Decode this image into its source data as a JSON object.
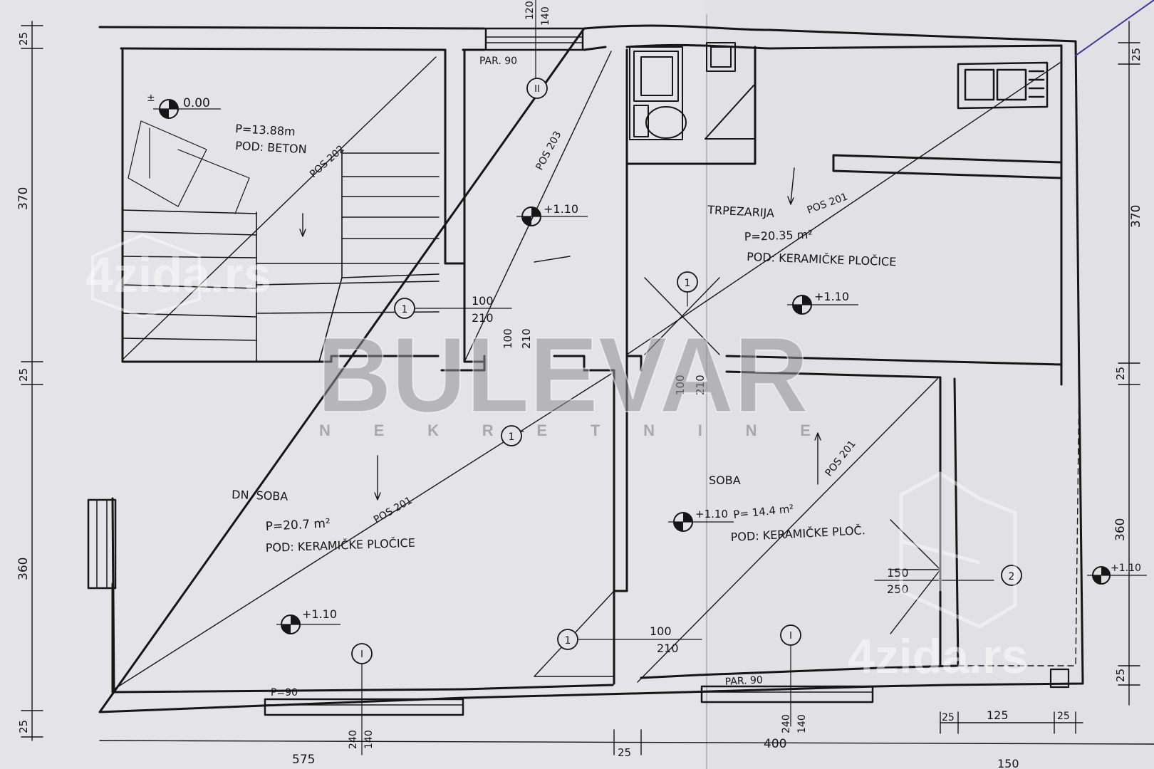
{
  "colors": {
    "paper": "#e4e4e8",
    "ink": "#161616",
    "watermark": "#8e8e94",
    "blue_pen": "#3a3aa0"
  },
  "rooms": {
    "stair_hall": {
      "area": "P=13.88m",
      "floor": "POD: BETON",
      "level": "0.00",
      "level_sign": "±"
    },
    "corridor": {
      "window": "PAR. 90",
      "level": "+1.10",
      "axis": "II"
    },
    "dining": {
      "name": "TRPEZARIJA",
      "area": "P=20.35 m²",
      "floor": "POD: KERAMIČKE PLOČICE",
      "level": "+1.10"
    },
    "living": {
      "name": "DN. SOBA",
      "area": "P=20.7 m²",
      "floor": "POD: KERAMIČKE PLOČICE",
      "level": "+1.10"
    },
    "bedroom": {
      "name": "SOBA",
      "area": "P= 14.4 m²",
      "floor": "POD: KERAMIČKE PLOČ.",
      "level": "+1.10"
    },
    "outside": {
      "level": "+1.10"
    }
  },
  "positions": {
    "pos202": "POS 202",
    "pos203": "POS 203",
    "pos201_dining": "POS 201",
    "pos201_living": "POS 201",
    "pos201_bedroom": "POS 201"
  },
  "doors": {
    "d1": {
      "mark": "1",
      "w": "100",
      "h": "210"
    },
    "d2": {
      "w": "100",
      "h": "210"
    },
    "d3": {
      "w": "100",
      "h": "210"
    },
    "d4": {
      "mark": "1"
    },
    "d5": {
      "mark": "1",
      "w": "100",
      "h": "210"
    },
    "d6": {
      "mark": "1"
    },
    "d7": {
      "mark": "2",
      "w": "150",
      "h": "250"
    }
  },
  "windows": {
    "top": {
      "h1": "120",
      "h2": "140"
    },
    "living": {
      "label": "P=90",
      "mark": "I",
      "h1": "240",
      "h2": "140"
    },
    "bedroom": {
      "label": "PAR. 90",
      "mark": "I",
      "h1": "240",
      "h2": "140"
    }
  },
  "dimensions": {
    "left": [
      "25",
      "370",
      "25",
      "360",
      "25"
    ],
    "right": [
      "25",
      "370",
      "25",
      "360",
      "25"
    ],
    "bottom": [
      "575",
      "25",
      "400",
      "25",
      "125",
      "25",
      "150"
    ]
  },
  "watermark": {
    "brand": "BULEVAR",
    "sub": "N E K R E T N I N E",
    "site1": "4zida.rs",
    "site2": "4zida.rs"
  }
}
